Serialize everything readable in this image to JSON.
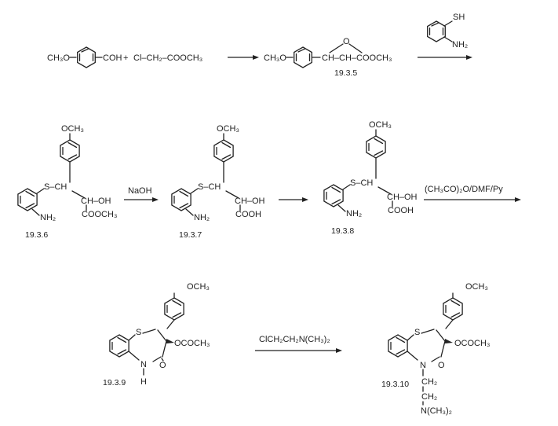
{
  "row1": {
    "reactant1": {
      "left": "CH₃O",
      "right": "COH"
    },
    "plus": "+",
    "reactant2": "Cl–CH₂–COOCH₃",
    "product": {
      "left": "CH₃O",
      "bridge_o": "O",
      "chain": "CH–CH–COOCH₃",
      "label": "19.3.5"
    },
    "reagent": {
      "top": "SH",
      "bottom": "NH₂"
    }
  },
  "row2": {
    "c6": {
      "top": "OCH₃",
      "s": "S–CH",
      "oh": "CH–OH",
      "nh2": "NH₂",
      "ester": "COOCH₃",
      "label": "19.3.6"
    },
    "arrow1": "NaOH",
    "c7": {
      "top": "OCH₃",
      "s": "S–CH",
      "oh": "CH–OH",
      "nh2": "NH₂",
      "acid": "COOH",
      "label": "19.3.7"
    },
    "c8": {
      "top": "OCH₃",
      "s": "S–CH",
      "oh": "CH–OH",
      "nh2": "NH₂",
      "acid": "COOH",
      "label": "19.3.8"
    },
    "arrow3": "(CH₃CO)₂O/DMF/Py"
  },
  "row3": {
    "c9": {
      "top": "OCH₃",
      "s": "S",
      "oac": "OCOCH₃",
      "n": "N",
      "h": "H",
      "o": "O",
      "label": "19.3.9"
    },
    "arrow": "ClCH₂CH₂N(CH₃)₂",
    "c10": {
      "top": "OCH₃",
      "s": "S",
      "oac": "OCOCH₃",
      "n": "N",
      "o": "O",
      "ch2a": "CH₂",
      "ch2b": "CH₂",
      "nme2": "N(CH₃)₂",
      "label": "19.3.10"
    }
  }
}
